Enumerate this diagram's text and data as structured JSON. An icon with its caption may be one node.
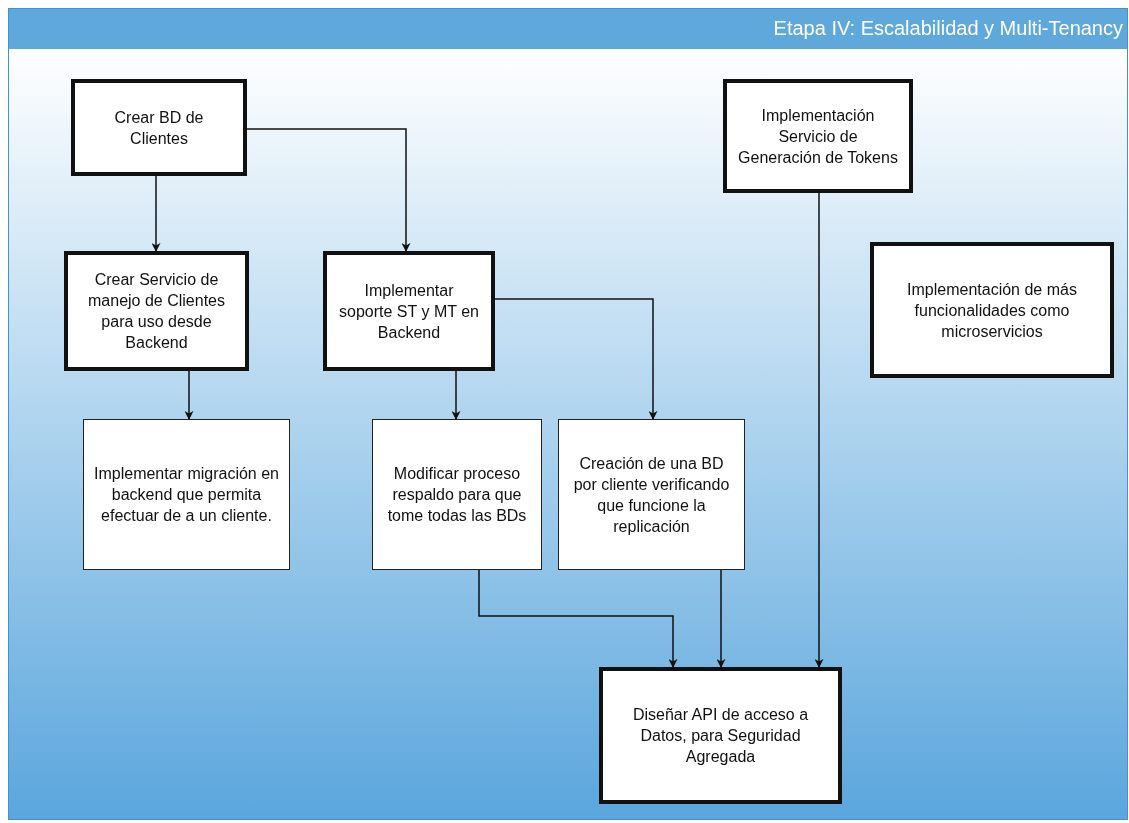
{
  "diagram": {
    "title": "Etapa IV: Escalabilidad y Multi-Tenancy",
    "nodes": [
      {
        "text": [
          "Crear BD de Clientes"
        ]
      },
      {
        "text": [
          "Implementación Servicio de Generación de Tokens"
        ]
      },
      {
        "text": [
          "Crear Servicio de manejo de Clientes para uso desde Backend"
        ]
      },
      {
        "text": [
          "Implementar soporte ST y MT en Backend"
        ]
      },
      {
        "text": [
          "Implementación de más funcionalidades como microservicios"
        ]
      },
      {
        "text": [
          "Implementar migración en backend que permita efectuar de a un cliente."
        ]
      },
      {
        "text": [
          "Modificar proceso respaldo para que tome todas las BDs"
        ]
      },
      {
        "text": [
          "Creación de una BD por cliente verificando que funcione la replicación"
        ]
      },
      {
        "text": [
          "Diseñar API de acceso a Datos, para Seguridad Agregada"
        ]
      }
    ],
    "edges": [
      {
        "from": 0,
        "to": 2,
        "arrow": "to"
      },
      {
        "from": 0,
        "to": 3,
        "arrow": "to"
      },
      {
        "from": 2,
        "to": 5,
        "arrow": "to"
      },
      {
        "from": 3,
        "to": 6,
        "arrow": "to"
      },
      {
        "from": 3,
        "to": 7,
        "arrow": "to"
      },
      {
        "from": 1,
        "to": 8,
        "arrow": "to"
      },
      {
        "from": 6,
        "to": 8,
        "arrow": "to"
      },
      {
        "from": 7,
        "to": 8,
        "arrow": "to"
      }
    ]
  }
}
